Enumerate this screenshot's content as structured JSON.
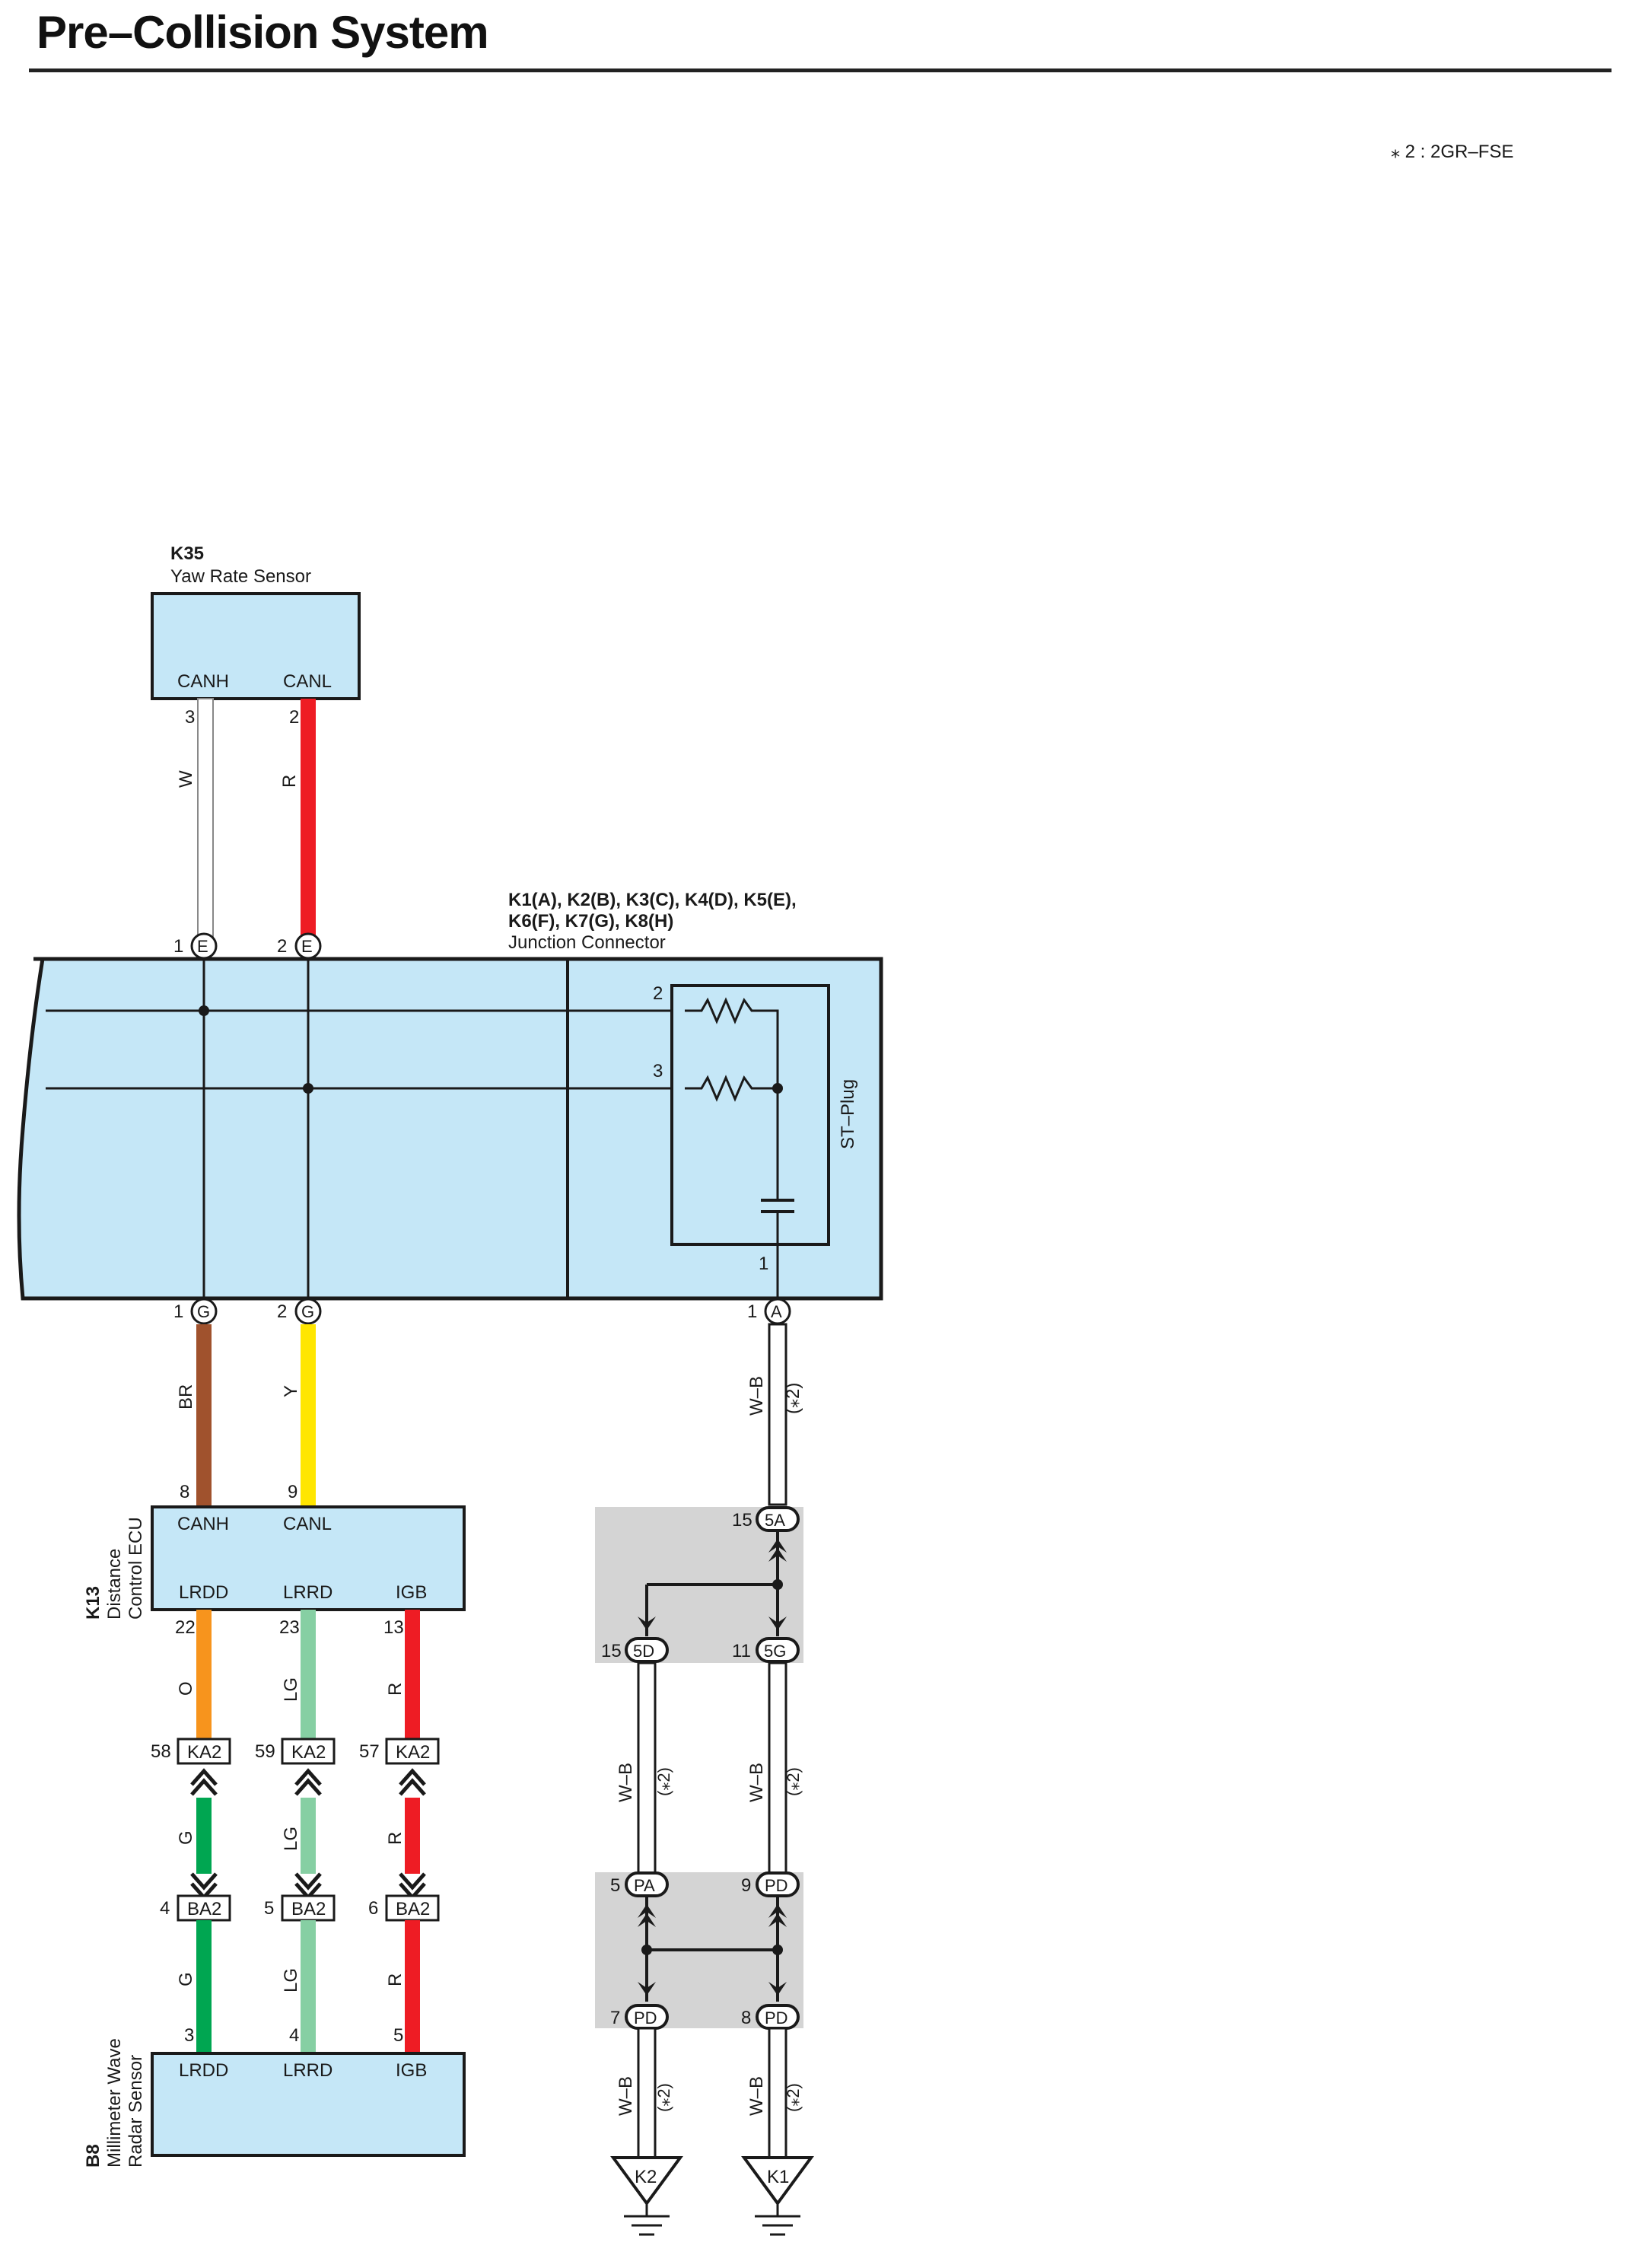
{
  "page": {
    "title": "Pre–Collision System",
    "note": "⁎ 2 : 2GR–FSE"
  },
  "colors": {
    "component_fill": "#c5e7f7",
    "splice_fill": "#d4d4d4",
    "W": "#ffffff",
    "R": "#ee1c24",
    "BR": "#a0522d",
    "Y": "#ffe600",
    "O": "#f7941d",
    "LG": "#86cfa3",
    "G": "#00a651",
    "W-B": "#ffffff"
  },
  "components": {
    "k35": {
      "code": "K35",
      "name": "Yaw Rate Sensor",
      "pin_canh": "CANH",
      "pin_canl": "CANL",
      "num_canh": "3",
      "num_canl": "2"
    },
    "junction": {
      "codes_line1": "K1(A), K2(B), K3(C), K4(D), K5(E),",
      "codes_line2": "K6(F), K7(G), K8(H)",
      "name": "Junction Connector",
      "st_plug": "ST–Plug",
      "pin2": "2",
      "pin3": "3",
      "pin1": "1"
    },
    "k13": {
      "code": "K13",
      "name_line1": "Distance",
      "name_line2": "Control ECU",
      "pin_canh": "CANH",
      "pin_canl": "CANL",
      "pin_lrdd": "LRDD",
      "pin_lrrd": "LRRD",
      "pin_igb": "IGB",
      "num_canh": "8",
      "num_canl": "9",
      "num_lrdd": "22",
      "num_lrrd": "23",
      "num_igb": "13"
    },
    "b8": {
      "code": "B8",
      "name_line1": "Millimeter Wave",
      "name_line2": "Radar Sensor",
      "pin_lrdd": "LRDD",
      "pin_lrrd": "LRRD",
      "pin_igb": "IGB",
      "num_lrdd": "3",
      "num_lrrd": "4",
      "num_igb": "5"
    }
  },
  "terminals": {
    "e1": {
      "num": "1",
      "letter": "E"
    },
    "e2": {
      "num": "2",
      "letter": "E"
    },
    "g1": {
      "num": "1",
      "letter": "G"
    },
    "g2": {
      "num": "2",
      "letter": "G"
    },
    "a1": {
      "num": "1",
      "letter": "A"
    }
  },
  "connectors": {
    "ka2": [
      {
        "num": "58",
        "label": "KA2"
      },
      {
        "num": "59",
        "label": "KA2"
      },
      {
        "num": "57",
        "label": "KA2"
      }
    ],
    "ba2": [
      {
        "num": "4",
        "label": "BA2"
      },
      {
        "num": "5",
        "label": "BA2"
      },
      {
        "num": "6",
        "label": "BA2"
      }
    ]
  },
  "splices": {
    "s5a": {
      "num": "15",
      "label": "5A"
    },
    "s5d": {
      "num": "15",
      "label": "5D"
    },
    "s5g": {
      "num": "11",
      "label": "5G"
    },
    "spa": {
      "num": "5",
      "label": "PA"
    },
    "spd9": {
      "num": "9",
      "label": "PD"
    },
    "spd7": {
      "num": "7",
      "label": "PD"
    },
    "spd8": {
      "num": "8",
      "label": "PD"
    }
  },
  "wires": {
    "w_canh_top": "W",
    "r_canl_top": "R",
    "br_canh": "BR",
    "y_canl": "Y",
    "o_lrdd": "O",
    "lg_lrrd": "LG",
    "r_igb": "R",
    "g_lrdd2": "G",
    "lg_lrrd2": "LG",
    "r_igb2": "R",
    "g_lrdd3": "G",
    "lg_lrrd3": "LG",
    "r_igb3": "R",
    "wb_label": "W–B",
    "wb_note": "(⁎2)"
  },
  "grounds": {
    "k2": "K2",
    "k1": "K1"
  }
}
